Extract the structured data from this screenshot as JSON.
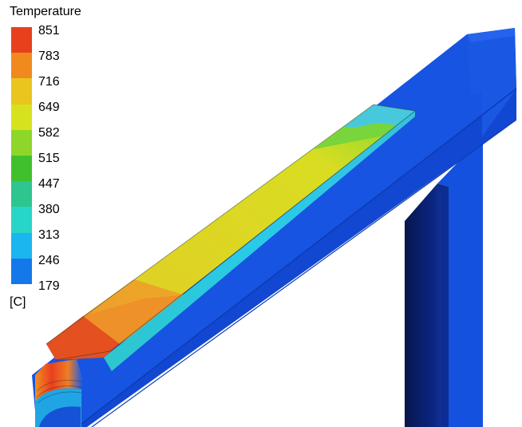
{
  "legend": {
    "title": "Temperature",
    "unit": "[C]",
    "ticks": [
      "851",
      "783",
      "716",
      "649",
      "582",
      "515",
      "447",
      "380",
      "313",
      "246",
      "179"
    ],
    "colors": [
      "#e8401c",
      "#f08a1e",
      "#e9c61e",
      "#d7e21f",
      "#8ed62a",
      "#41c02e",
      "#2ec58f",
      "#27d6c7",
      "#1bb6ef",
      "#1578ea",
      "#1553e0"
    ]
  },
  "colors": {
    "frame_blue": "#1551df",
    "frame_dark": "#0f2f8f",
    "frame_darker": "#07184b",
    "hot": "#e64d1f",
    "warm": "#f3a22b",
    "mid": "#d8db20",
    "cool": "#47c9de"
  }
}
